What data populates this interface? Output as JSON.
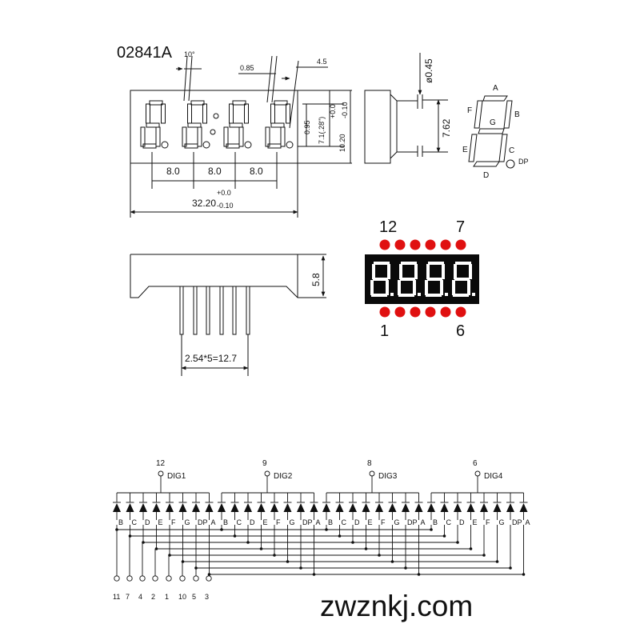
{
  "part_number": "02841A",
  "front": {
    "angle": "10°",
    "seg_width": "0.85",
    "seg_offset": "4.5",
    "dp_size": "0.95",
    "digit_height": "7.1(.28\")",
    "height": "10.20",
    "height_tol_plus": "+0.0",
    "height_tol_minus": "-0.10",
    "pitch_labels": [
      "8.0",
      "8.0",
      "8.0"
    ],
    "width": "32.20",
    "width_tol_plus": "+0.0",
    "width_tol_minus": "-0.10"
  },
  "side": {
    "pin_diameter": "ø0.45",
    "row_spacing": "7.62"
  },
  "segment_labels": [
    "A",
    "B",
    "C",
    "D",
    "E",
    "F",
    "G"
  ],
  "dp_label": "DP",
  "bottom": {
    "thickness": "5.8",
    "pin_pitch": "2.54*5=12.7"
  },
  "pin_numbers": {
    "top_left": "12",
    "top_right": "7",
    "bottom_left": "1",
    "bottom_right": "6"
  },
  "preview_digit": "8.",
  "schematic": {
    "digits": [
      {
        "pin": "12",
        "name": "DIG1"
      },
      {
        "pin": "9",
        "name": "DIG2"
      },
      {
        "pin": "8",
        "name": "DIG3"
      },
      {
        "pin": "6",
        "name": "DIG4"
      }
    ],
    "segments": [
      "B",
      "C",
      "D",
      "E",
      "F",
      "G",
      "DP",
      "A"
    ],
    "segment_pins": [
      "11",
      "7",
      "4",
      "2",
      "1",
      "10",
      "5",
      "3"
    ]
  },
  "watermark": "zwznkj.com",
  "colors": {
    "line": "#111111",
    "led_red": "#e01010",
    "display_bg": "#0a0a0a",
    "segment_white": "#ffffff"
  }
}
